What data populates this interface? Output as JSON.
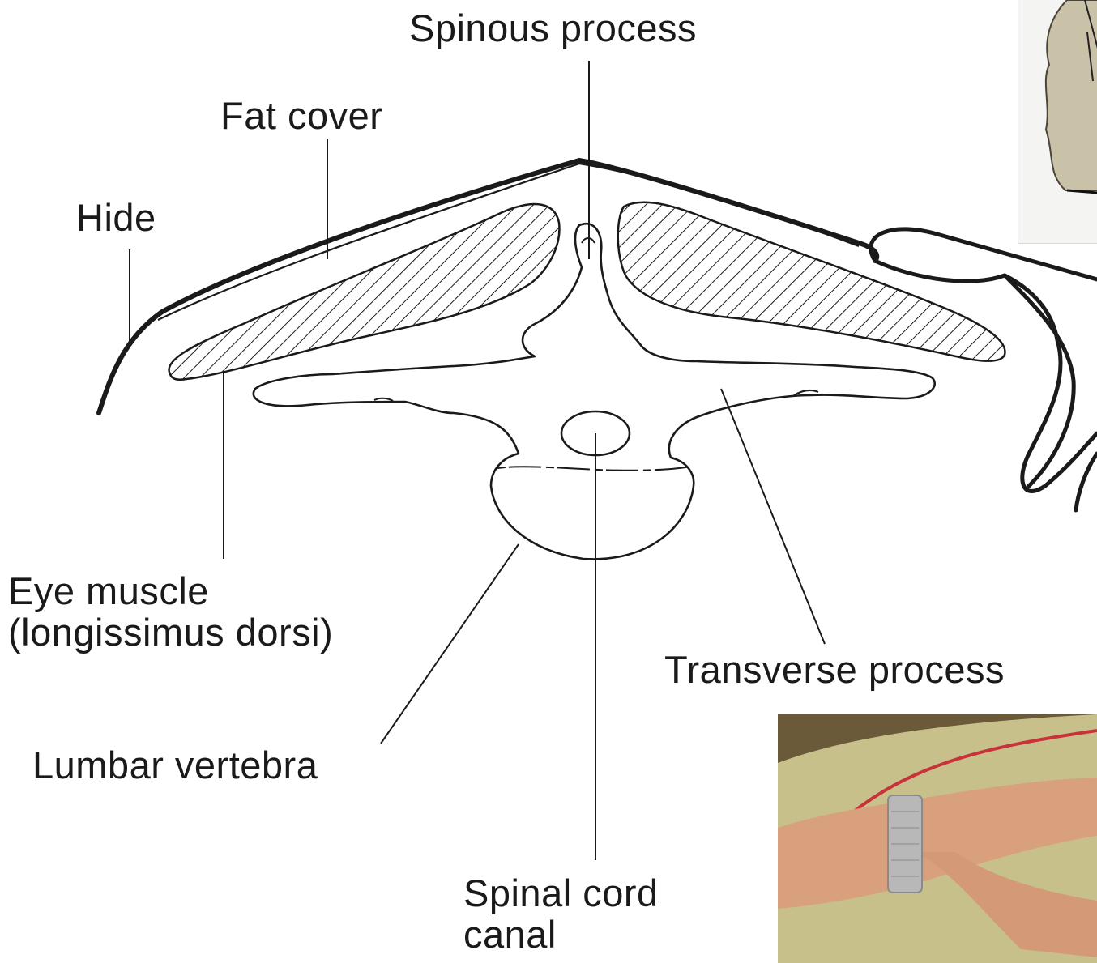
{
  "labels": {
    "spinous_process": "Spinous process",
    "fat_cover": "Fat cover",
    "hide": "Hide",
    "eye_muscle_line1": "Eye muscle",
    "eye_muscle_line2": "(longissimus dorsi)",
    "transverse_process": "Transverse process",
    "lumbar_vertebra": "Lumbar vertebra",
    "spinal_cord_line1": "Spinal cord",
    "spinal_cord_line2": "canal"
  },
  "colors": {
    "line": "#1a1a1a",
    "inset_sketch_fill": "#c9c2a8",
    "photo_hide": "#c8c08a",
    "photo_background": "#6a5a3a",
    "photo_skin": "#d9a07e",
    "photo_mark": "#c8323a",
    "watch": "#b8b8b8"
  },
  "icons": {
    "inset_top": "carcass-sketch-inset",
    "inset_photo": "hand-on-carcass-photo"
  }
}
